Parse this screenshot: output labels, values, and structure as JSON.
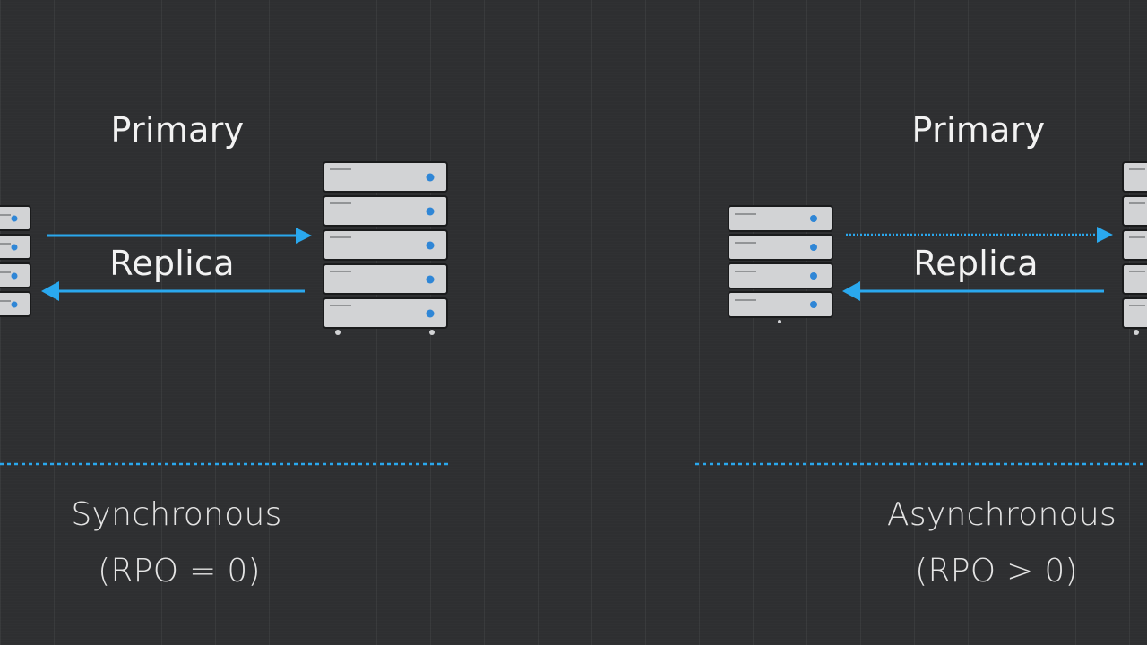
{
  "accent_color": "#2aa8ee",
  "left_panel": {
    "primary_label": "Primary",
    "replica_label": "Replica",
    "mode_label": "Synchronous",
    "rpo_label": "(RPO = 0)"
  },
  "right_panel": {
    "primary_label": "Primary",
    "replica_label": "Replica",
    "mode_label": "Asynchronous",
    "rpo_label": "(RPO > 0)"
  },
  "icons": [
    "server-rack-icon",
    "bidirectional-arrow-icon"
  ]
}
